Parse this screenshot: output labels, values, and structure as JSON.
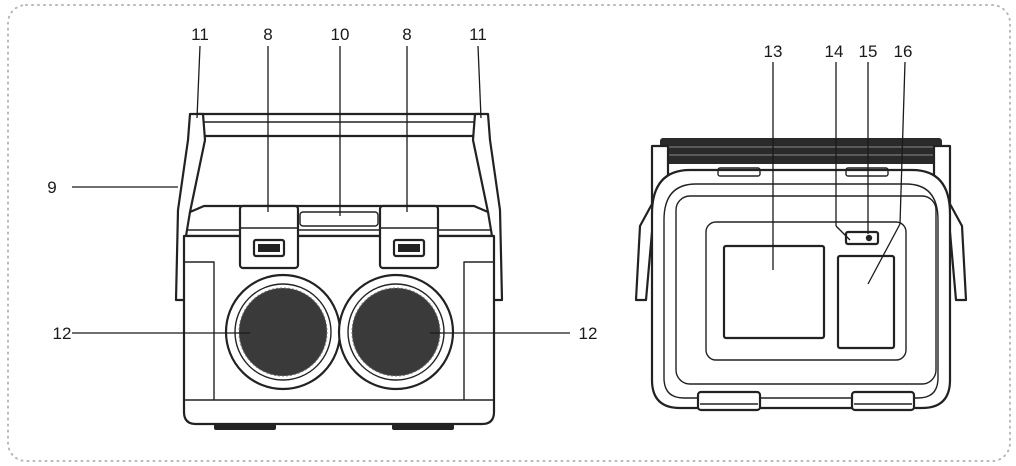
{
  "diagram": {
    "frame": {
      "border_style": "dotted",
      "border_color": "#b5b5b5"
    },
    "front_view": {
      "callouts": [
        "11",
        "8",
        "10",
        "8",
        "11",
        "9",
        "12",
        "12"
      ]
    },
    "rear_view": {
      "callouts": [
        "13",
        "14",
        "15",
        "16"
      ]
    }
  }
}
